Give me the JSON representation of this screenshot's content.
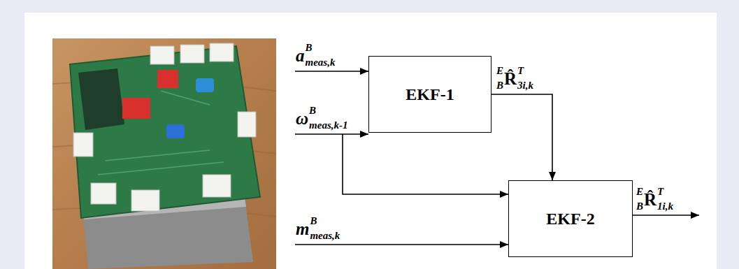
{
  "diagram": {
    "nodes": [
      {
        "text": [
          "EKF-1"
        ]
      },
      {
        "text": [
          "EKF-2"
        ]
      }
    ],
    "edges": [
      {
        "from": 0,
        "to": 1,
        "arrow": "to"
      }
    ],
    "labels": [
      "a",
      "B",
      "meas,k",
      "ω",
      "B",
      "meas,k-1",
      "m",
      "B",
      "meas,k",
      "E",
      "B",
      "R̂",
      "T",
      "3i,k",
      "E",
      "B",
      "R̂",
      "T",
      "1i,k"
    ]
  }
}
